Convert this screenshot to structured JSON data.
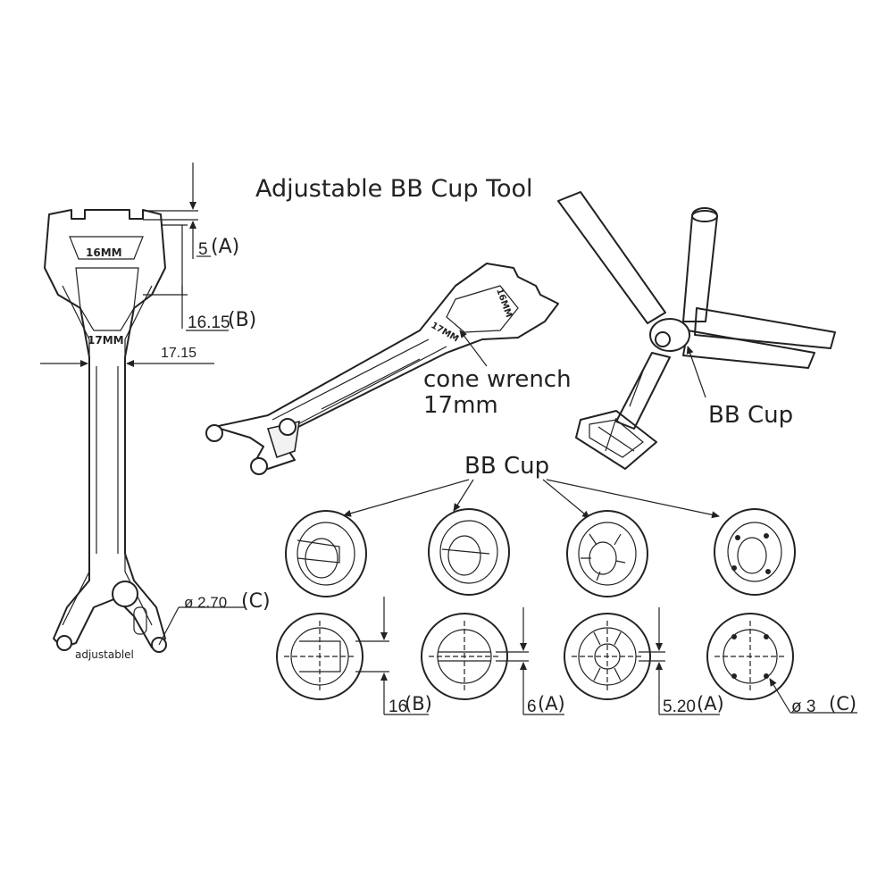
{
  "title": "Adjustable BB Cup Tool",
  "wrench_face": {
    "label_16mm": "16MM",
    "label_17mm": "17MM",
    "label_adjustable": "adjustablel",
    "dim_a": "5",
    "dim_a_tag": "(A)",
    "dim_b": "16.15",
    "dim_b_tag": "(B)",
    "dim_width": "17.15",
    "dim_c": "ø 2.70",
    "dim_c_tag": "(C)"
  },
  "cone_wrench": {
    "label_line1": "cone wrench",
    "label_line2": "17mm",
    "engrave_16": "16MM",
    "engrave_17": "17MM"
  },
  "tool_assembly": {
    "label": "BB Cup"
  },
  "bb_cups": {
    "heading": "BB Cup",
    "dims": [
      {
        "value": "16",
        "tag": "(B)"
      },
      {
        "value": "6",
        "tag": "(A)"
      },
      {
        "value": "5.20",
        "tag": "(A)"
      },
      {
        "value": "ø 3",
        "tag": "(C)"
      }
    ]
  }
}
